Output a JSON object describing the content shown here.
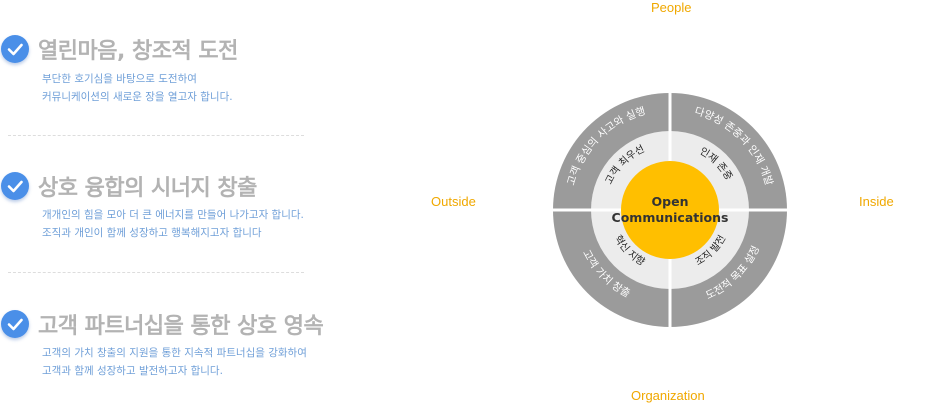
{
  "principles": [
    {
      "title": "열린마음, 창조적 도전",
      "desc_lines": [
        "부단한 호기심을 바탕으로 도전하여",
        "커뮤니케이션의 새로운 장을 열고자 합니다."
      ]
    },
    {
      "title": "상호 융합의 시너지 창출",
      "desc_lines": [
        "개개인의 힘을 모아 더 큰 에너지를 만들어 나가고자 합니다.",
        "조직과 개인이 함께 성장하고 행복해지고자 합니다"
      ]
    },
    {
      "title": "고객 파트너십을 통한 상호 영속",
      "desc_lines": [
        "고객의 가치 창출의 지원을 통한 지속적 파트너십을 강화하여",
        "고객과 함께 성장하고 발전하고자 합니다."
      ]
    }
  ],
  "diagram": {
    "axes": {
      "top": "People",
      "left": "Outside",
      "right": "Inside",
      "bottom": "Organization"
    },
    "center": [
      "Open",
      "Communications"
    ],
    "outer_ring": [
      "고객 중심의 사고와 실행",
      "다양성 존중과 인재 개발",
      "도전적 목표 설정",
      "고객 가치 창출"
    ],
    "inner_ring": [
      "고객 최우선",
      "인재 존중",
      "조직 발전",
      "혁신 지향"
    ],
    "colors": {
      "outer_ring": "#9b9b9b",
      "inner_ring": "#ececec",
      "center": "#ffbf00",
      "axis_label": "#f0a800",
      "title_text": "#b3b3b3",
      "description_text": "#6f9fd8",
      "check_icon": "#4a8fe8"
    }
  }
}
